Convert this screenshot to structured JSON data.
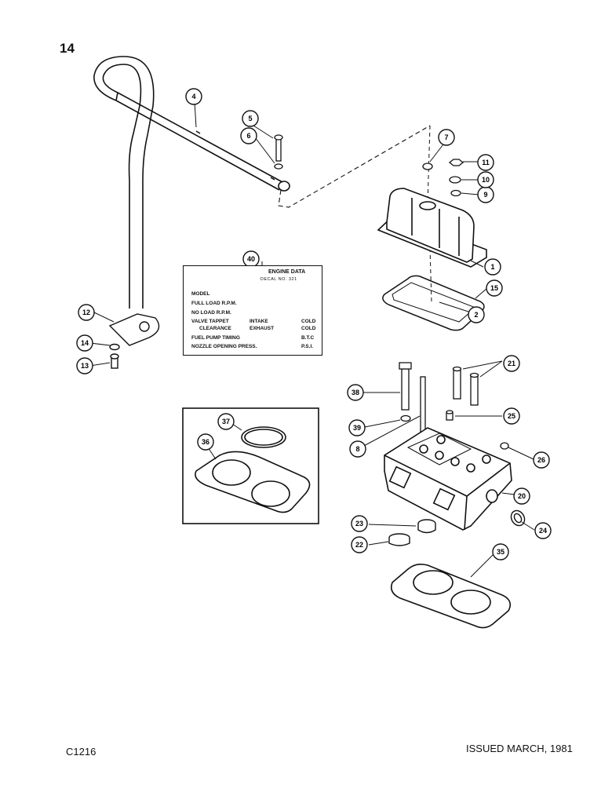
{
  "page_number": "14",
  "footer": {
    "code": "C1216",
    "issued": "ISSUED MARCH, 1981"
  },
  "decal": {
    "title": "ENGINE DATA",
    "decal_no": "DECAL NO. 321",
    "model": "MODEL",
    "full_load": "FULL LOAD R.P.M.",
    "no_load": "NO LOAD R.P.M.",
    "valve_tappet": "VALVE TAPPET",
    "intake": "INTAKE",
    "cold1": "COLD",
    "clearance": "CLEARANCE",
    "exhaust": "EXHAUST",
    "cold2": "COLD",
    "fuel_pump": "FUEL PUMP TIMING",
    "btc": "B.T.C",
    "nozzle": "NOZZLE OPENING PRESS.",
    "psi": "P.S.I."
  },
  "callouts": {
    "c1": "1",
    "c2": "2",
    "c4": "4",
    "c5": "5",
    "c6": "6",
    "c7": "7",
    "c8": "8",
    "c9": "9",
    "c10": "10",
    "c11": "11",
    "c12": "12",
    "c13": "13",
    "c14": "14",
    "c15": "15",
    "c20": "20",
    "c21": "21",
    "c22": "22",
    "c23": "23",
    "c24": "24",
    "c25": "25",
    "c26": "26",
    "c35": "35",
    "c36": "36",
    "c37": "37",
    "c38": "38",
    "c39": "39",
    "c40": "40"
  }
}
